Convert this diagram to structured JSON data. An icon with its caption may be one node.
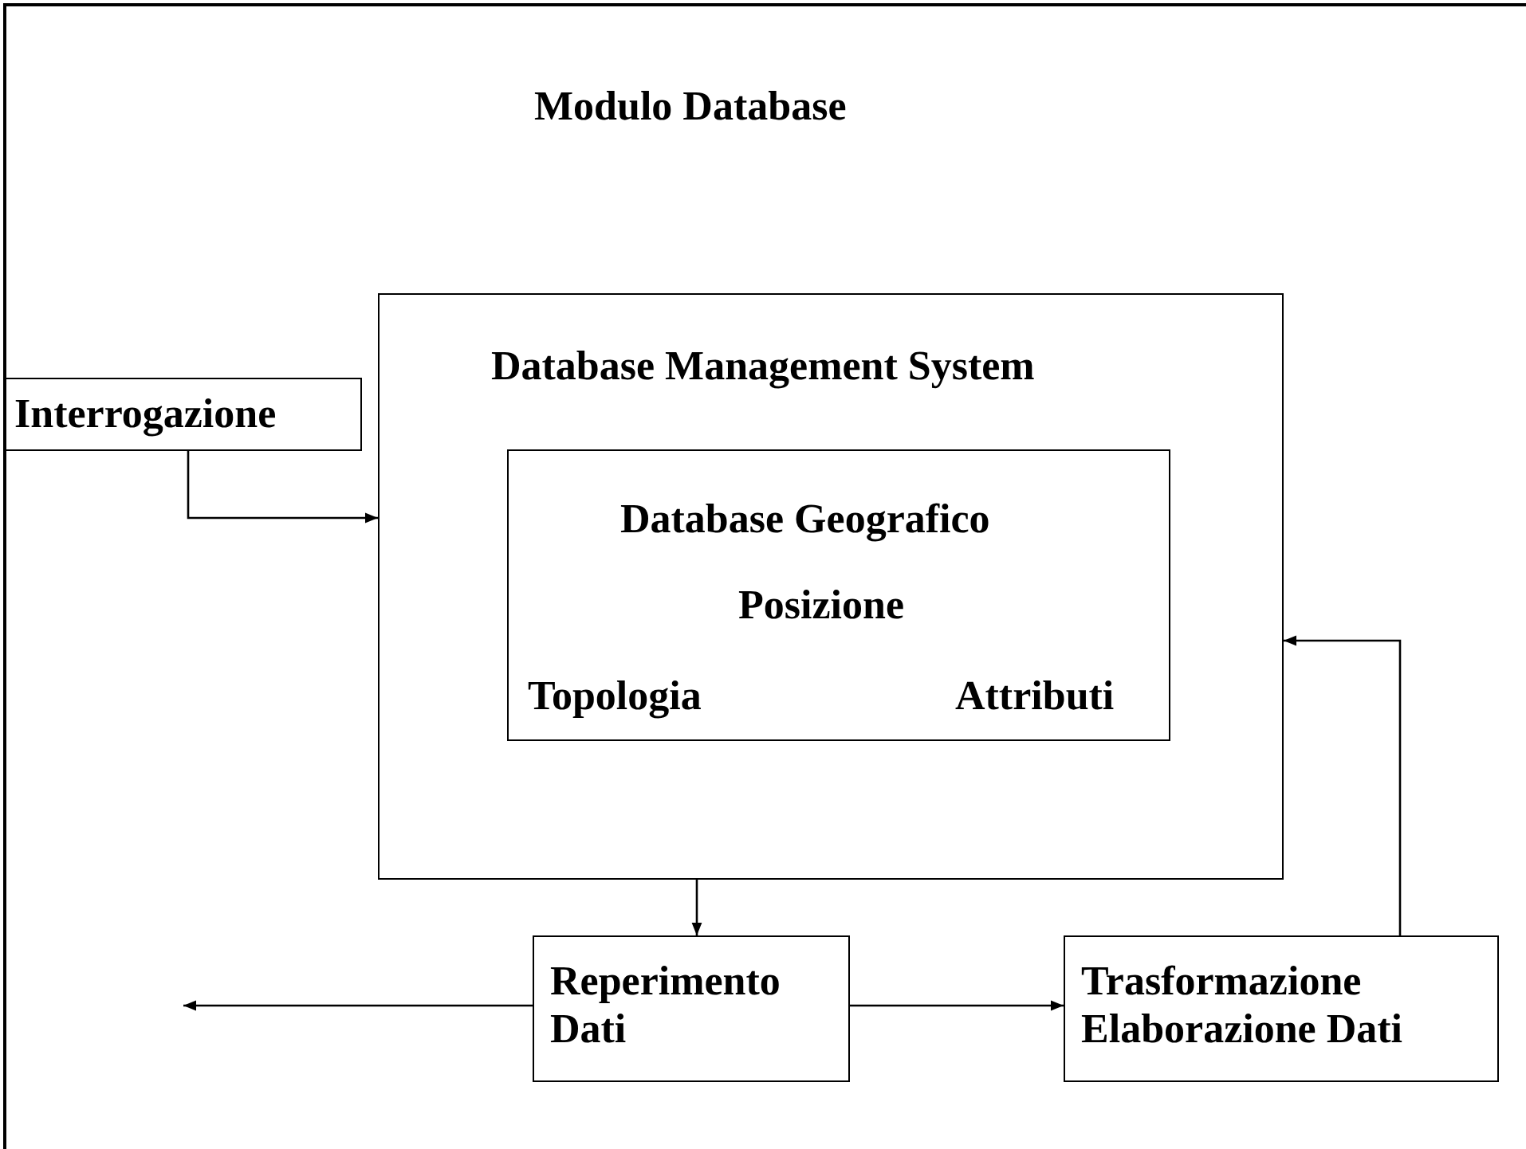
{
  "diagram": {
    "title": "Modulo Database",
    "nodes": [
      {
        "text": [
          "Database Management System"
        ]
      },
      {
        "text": [
          "Database Geografico",
          "Posizione",
          "Topologia",
          "Attributi"
        ],
        "in": 0
      },
      {
        "text": [
          "Interrogazione"
        ]
      },
      {
        "text": [
          "Reperimento Dati"
        ]
      },
      {
        "text": [
          "Trasformazione Elaborazione Dati"
        ]
      }
    ],
    "edges": [
      {
        "from": 2,
        "to": 0,
        "arrow": "to"
      },
      {
        "from": 0,
        "to": 3,
        "arrow": "to"
      },
      {
        "from": 3,
        "to": null,
        "arrow": "to"
      },
      {
        "from": 3,
        "to": 4,
        "arrow": "to"
      },
      {
        "from": 4,
        "to": 0,
        "arrow": "to"
      }
    ]
  }
}
